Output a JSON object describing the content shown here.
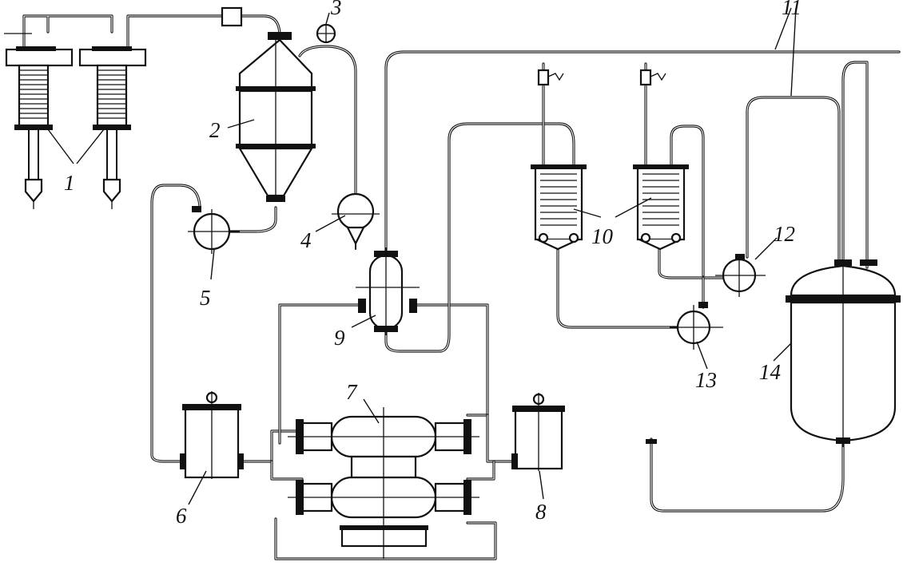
{
  "diagram": {
    "labels": [
      {
        "id": "l1",
        "text": "1"
      },
      {
        "id": "l2",
        "text": "2"
      },
      {
        "id": "l3",
        "text": "3"
      },
      {
        "id": "l4",
        "text": "4"
      },
      {
        "id": "l5",
        "text": "5"
      },
      {
        "id": "l6",
        "text": "6"
      },
      {
        "id": "l7",
        "text": "7"
      },
      {
        "id": "l8",
        "text": "8"
      },
      {
        "id": "l9",
        "text": "9"
      },
      {
        "id": "l10",
        "text": "10"
      },
      {
        "id": "l11",
        "text": "11"
      },
      {
        "id": "l12",
        "text": "12"
      },
      {
        "id": "l13",
        "text": "13"
      },
      {
        "id": "l14",
        "text": "14"
      }
    ]
  }
}
